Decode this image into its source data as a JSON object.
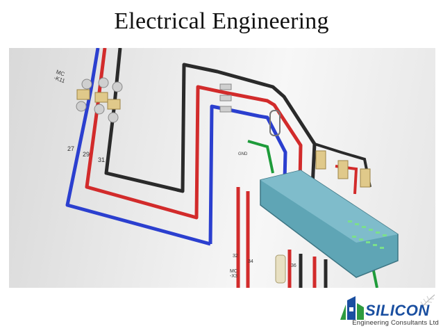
{
  "title": "Electrical Engineering",
  "diagram": {
    "labels": {
      "contactor": "MC\n-K11",
      "wire_27": "27",
      "wire_29": "29",
      "wire_31": "31",
      "wire_32": "32",
      "wire_34": "34",
      "wire_36": "36",
      "terminal_mc": "MC\n-X3",
      "gnd": "GND"
    },
    "colors": {
      "red": "#d22b2b",
      "blue": "#2b3fcf",
      "black": "#2a2a2a",
      "green": "#1e9b3a",
      "controller": "#5fa5b5"
    }
  },
  "logo": {
    "word": "SILICON",
    "subtitle": "Engineering Consultants Ltd",
    "colors": {
      "blue": "#1a4fa0",
      "green": "#2e9b3f"
    }
  }
}
